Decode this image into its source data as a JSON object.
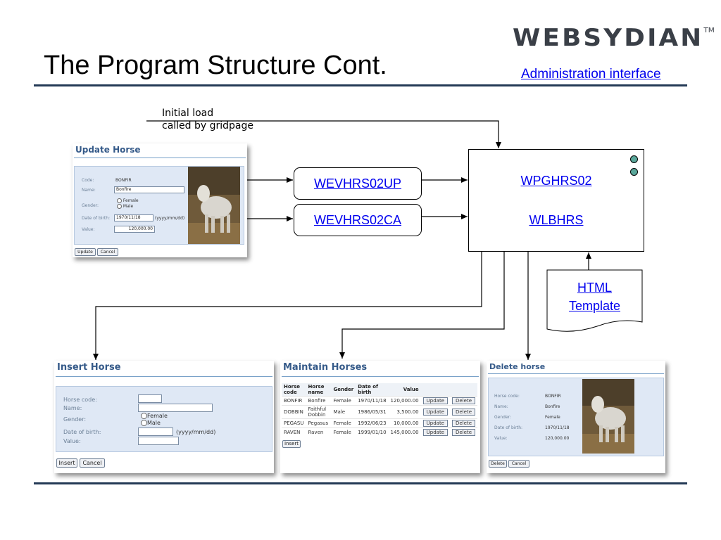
{
  "slide": {
    "title": "The Program Structure Cont.",
    "logo": "WEBSYDIAN",
    "logo_tm": "TM",
    "admin_link": "Administration interface"
  },
  "note": {
    "line1": "Initial load",
    "line2": "called by gridpage"
  },
  "boxes": {
    "update_event": "WEVHRS02UP",
    "cancel_event": "WEVHRS02CA",
    "page": "WPGHRS02",
    "layout": "WLBHRS",
    "template_line1": "HTML",
    "template_line2": "Template"
  },
  "update_horse": {
    "title": "Update Horse",
    "code_label": "Code:",
    "code_value": "BONFIR",
    "name_label": "Name:",
    "name_value": "Bonfire",
    "gender_label": "Gender:",
    "female": "Female",
    "male": "Male",
    "dob_label": "Date of birth:",
    "dob_value": "1970/11/18",
    "dob_hint": "(yyyy/mm/dd)",
    "value_label": "Value:",
    "value_value": "120,000.00",
    "update_btn": "Update",
    "cancel_btn": "Cancel"
  },
  "insert_horse": {
    "title": "Insert Horse",
    "code_label": "Horse code:",
    "name_label": "Name:",
    "gender_label": "Gender:",
    "female": "Female",
    "male": "Male",
    "dob_label": "Date of birth:",
    "dob_hint": "(yyyy/mm/dd)",
    "value_label": "Value:",
    "insert_btn": "Insert",
    "cancel_btn": "Cancel"
  },
  "maintain_horses": {
    "title": "Maintain Horses",
    "headers": [
      "Horse code",
      "Horse name",
      "Gender",
      "Date of birth",
      "Value"
    ],
    "rows": [
      [
        "BONFIR",
        "Bonfire",
        "Female",
        "1970/11/18",
        "120,000.00"
      ],
      [
        "DOBBIN",
        "Faithful Dobbin",
        "Male",
        "1986/05/31",
        "3,500.00"
      ],
      [
        "PEGASU",
        "Pegasus",
        "Female",
        "1992/06/23",
        "10,000.00"
      ],
      [
        "RAVEN",
        "Raven",
        "Female",
        "1999/01/10",
        "145,000.00"
      ]
    ],
    "update_btn": "Update",
    "delete_btn": "Delete",
    "insert_btn": "Insert"
  },
  "delete_horse": {
    "title": "Delete horse",
    "code_label": "Horse code:",
    "code_value": "BONFIR",
    "name_label": "Name:",
    "name_value": "Bonfire",
    "gender_label": "Gender:",
    "gender_value": "Female",
    "dob_label": "Date of birth:",
    "dob_value": "1970/11/18",
    "value_label": "Value:",
    "value_value": "120,000.00",
    "delete_btn": "Delete",
    "cancel_btn": "Cancel"
  },
  "colors": {
    "rule": "#243a56",
    "link": "#0000ee",
    "panel": "#dfe8f5",
    "panel_title": "#355a89",
    "dot": "#5aa79a"
  }
}
